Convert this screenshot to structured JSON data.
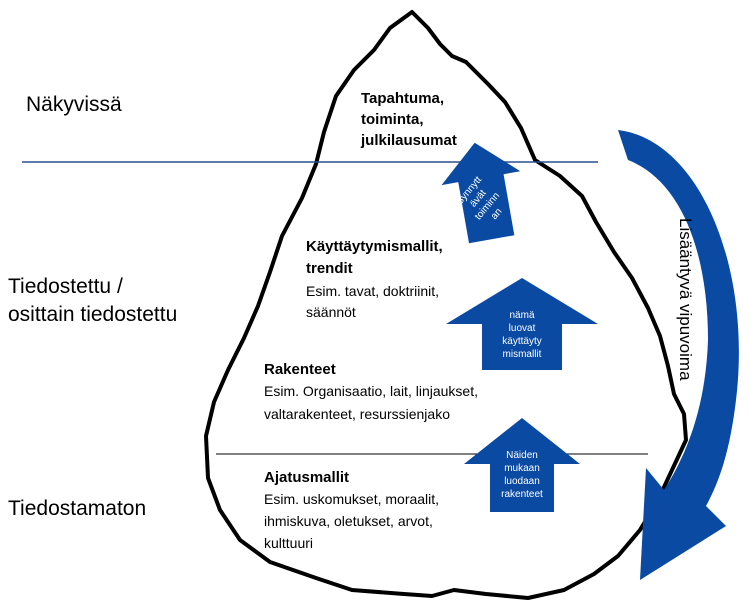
{
  "levels": {
    "visible": "Näkyvissä",
    "conscious_line1": "Tiedostettu /",
    "conscious_line2": "osittain tiedostettu",
    "unconscious": "Tiedostamaton"
  },
  "layers": {
    "events": {
      "line1": "Tapahtuma,",
      "line2": "toiminta,",
      "line3": "julkilausumat"
    },
    "patterns": {
      "title1": "Käyttäytymismallit,",
      "title2": "trendit",
      "body1": "Esim. tavat,  doktriinit,",
      "body2": "säännöt"
    },
    "structures": {
      "title": "Rakenteet",
      "body1": "Esim. Organisaatio,  lait,  linjaukset,",
      "body2": "valtarakenteet,  resurssienjako"
    },
    "mental_models": {
      "title": "Ajatusmallit",
      "body1": "Esim. uskomukset,  moraalit,",
      "body2": "ihmiskuva,  oletukset,  arvot,",
      "body3": "kulttuuri"
    }
  },
  "arrows": {
    "create_actions": {
      "line1": "Synnytt",
      "line2": "ävät",
      "line3": "toiminn",
      "line4": "an"
    },
    "create_patterns": {
      "line1": "nämä",
      "line2": "luovat",
      "line3": "käyttäyty",
      "line4": "mismallit"
    },
    "create_structures": {
      "line1": "Näiden",
      "line2": "mukaan",
      "line3": "luodaan",
      "line4": "rakenteet"
    }
  },
  "leverage": "Lisääntyvä vipuvoima",
  "colors": {
    "arrow_blue": "#0a4aa3",
    "waterline_blue": "#2c4f8f",
    "outline": "#000000"
  }
}
